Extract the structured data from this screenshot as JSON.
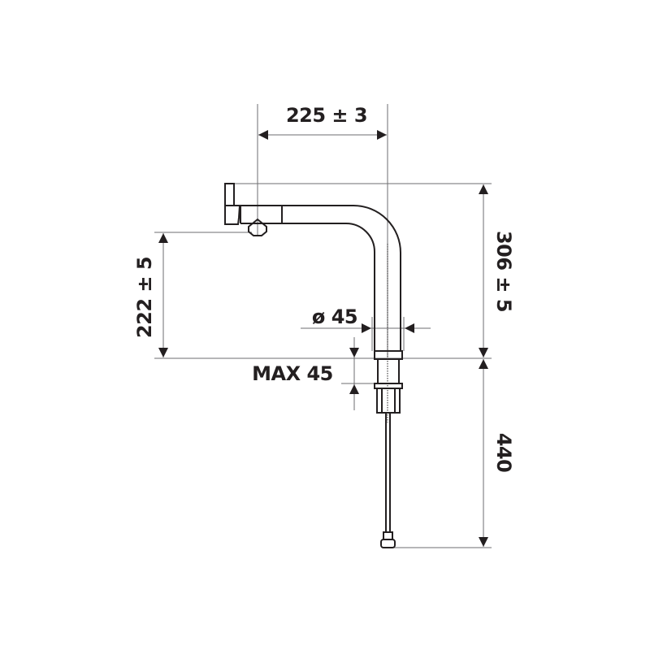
{
  "drawing": {
    "subject": "faucet-technical-drawing",
    "line_color": "#231f20",
    "dim_line_color": "#6d6e71",
    "dimensions": {
      "spout_reach": "225 ± 3",
      "spout_height": "222 ± 5",
      "total_height": "306 ± 5",
      "body_diameter": "ø 45",
      "max_deck_thickness": "MAX 45",
      "hose_length": "440"
    }
  }
}
